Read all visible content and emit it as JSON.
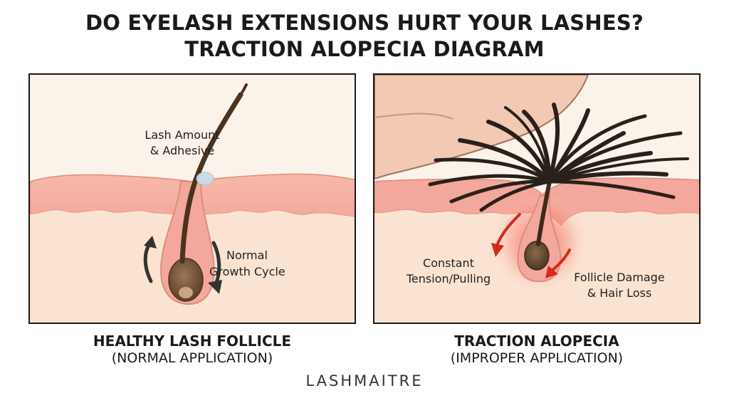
{
  "title": {
    "line1": "DO EYELASH EXTENSIONS HURT YOUR LASHES?",
    "line2": "TRACTION ALOPECIA DIAGRAM"
  },
  "left_panel": {
    "label_adhesive_1": "Lash Amount",
    "label_adhesive_2": "& Adhesive",
    "label_growth_1": "Normal",
    "label_growth_2": "Growth Cycle",
    "caption": "HEALTHY LASH FOLLICLE",
    "subcaption": "(NORMAL APPLICATION)"
  },
  "right_panel": {
    "label_tension_1": "Constant",
    "label_tension_2": "Tension/Pulling",
    "label_damage_1": "Follicle Damage",
    "label_damage_2": "& Hair Loss",
    "caption": "TRACTION ALOPECIA",
    "subcaption": "(IMPROPER APPLICATION)"
  },
  "brand": "LASHMAITRE",
  "colors": {
    "skin_light": "#fbe3d2",
    "skin_pink": "#f2a9a0",
    "follicle_brown": "#7a5a3c",
    "arrow_red": "#d42a1e",
    "arrow_dark": "#333333"
  }
}
